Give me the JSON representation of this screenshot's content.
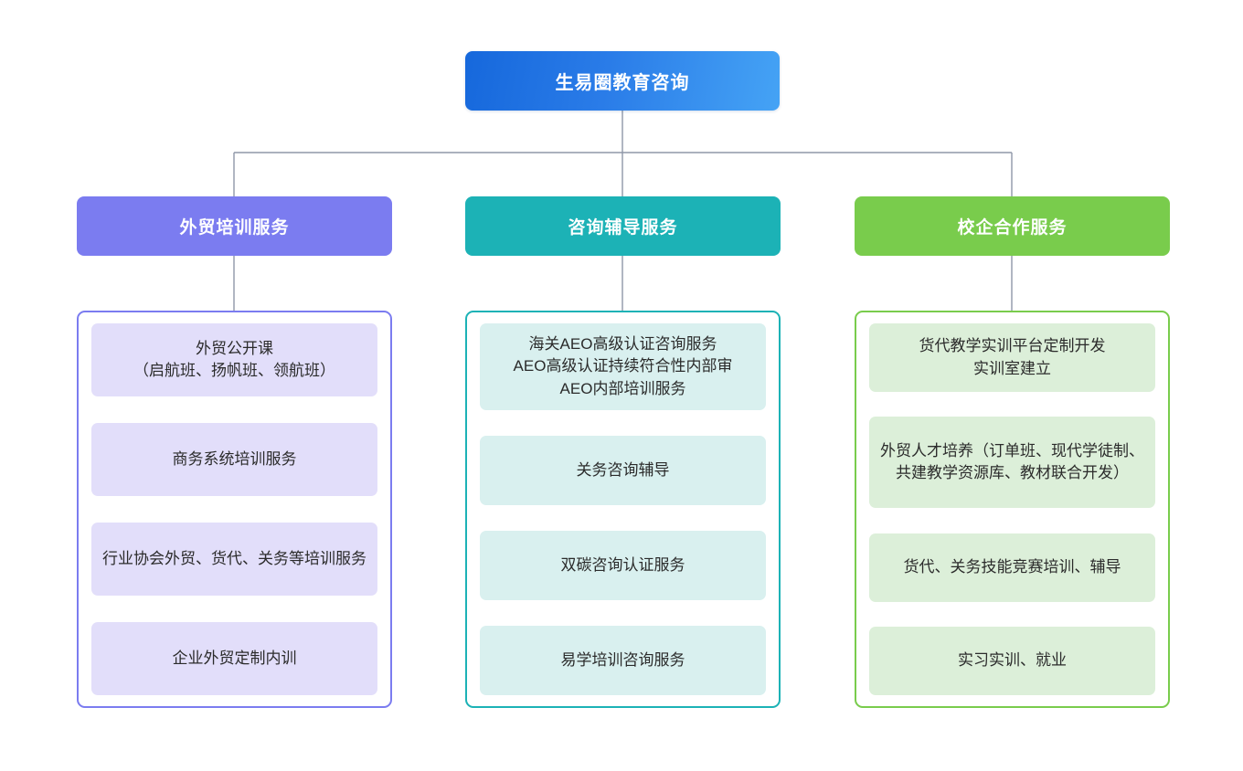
{
  "diagram": {
    "type": "organization-chart",
    "orientation": "top-down",
    "root": {
      "label": "生易圈教育咨询",
      "color": "#1668dc",
      "color_end": "#45a3f5"
    },
    "connector_color": "#8f97a8",
    "categories": [
      {
        "label": "外贸培训服务",
        "header_color": "#7b7cf0",
        "item_color": "#e2defa",
        "border_color": "#7b7cf0",
        "items": [
          "外贸公开课\n（启航班、扬帆班、领航班）",
          "商务系统培训服务",
          "行业协会外贸、货代、关务等培训服务",
          "企业外贸定制内训"
        ]
      },
      {
        "label": "咨询辅导服务",
        "header_color": "#1cb2b6",
        "item_color": "#d9f0ef",
        "border_color": "#1cb2b6",
        "items": [
          "海关AEO高级认证咨询服务\nAEO高级认证持续符合性内部审\nAEO内部培训服务",
          "关务咨询辅导",
          "双碳咨询认证服务",
          "易学培训咨询服务"
        ]
      },
      {
        "label": "校企合作服务",
        "header_color": "#79cc4c",
        "item_color": "#dcefd9",
        "border_color": "#79cc4c",
        "items": [
          "货代教学实训平台定制开发\n实训室建立",
          "外贸人才培养（订单班、现代学徒制、共建教学资源库、教材联合开发）",
          "货代、关务技能竞赛培训、辅导",
          "实习实训、就业"
        ]
      }
    ]
  }
}
